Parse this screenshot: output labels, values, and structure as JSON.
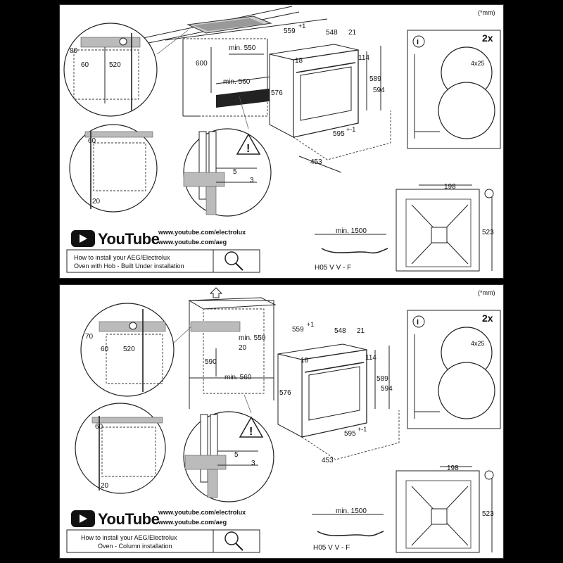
{
  "panels": [
    {
      "id": "top",
      "unit_note": "(*mm)",
      "dims": {
        "a80": "80",
        "a60": "60",
        "a520": "520",
        "b600": "600",
        "b550": "min. 550",
        "b560": "min. 560",
        "c559": "559",
        "c559sup": "+1",
        "c548": "548",
        "c21": "21",
        "c18": "18",
        "c114": "114",
        "c576": "576",
        "c589": "589",
        "c594": "594",
        "c595": "595",
        "c595sup": "+-1",
        "c453": "453",
        "d60": "60",
        "d20": "20",
        "e5": "5",
        "e3": "3",
        "f198": "198",
        "f523": "523",
        "g1500": "min. 1500",
        "cable": "H05 V V - F"
      },
      "detail": {
        "count": "2x",
        "screw": "4x25",
        "info": "i"
      },
      "youtube": {
        "wordmark": "YouTube",
        "url1": "www.youtube.com/electrolux",
        "url2": "www.youtube.com/aeg",
        "caption1": "How to install your AEG/Electrolux",
        "caption2": "Oven with Hob - Built Under installation"
      }
    },
    {
      "id": "bottom",
      "unit_note": "(*mm)",
      "dims": {
        "a80": "70",
        "a60": "60",
        "a520": "520",
        "b600": "590",
        "b550": "min. 550",
        "b560": "min. 560",
        "b20": "20",
        "c559": "559",
        "c559sup": "+1",
        "c548": "548",
        "c21": "21",
        "c18": "18",
        "c114": "114",
        "c576": "576",
        "c589": "589",
        "c594": "594",
        "c595": "595",
        "c595sup": "+-1",
        "c453": "453",
        "d60": "60",
        "d20": "20",
        "e5": "5",
        "e3": "3",
        "f198": "198",
        "f523": "523",
        "g1500": "min. 1500",
        "cable": "H05 V V - F"
      },
      "detail": {
        "count": "2x",
        "screw": "4x25",
        "info": "i"
      },
      "youtube": {
        "wordmark": "YouTube",
        "url1": "www.youtube.com/electrolux",
        "url2": "www.youtube.com/aeg",
        "caption1": "How to install your AEG/Electrolux",
        "caption2": "Oven - Column installation"
      }
    }
  ]
}
